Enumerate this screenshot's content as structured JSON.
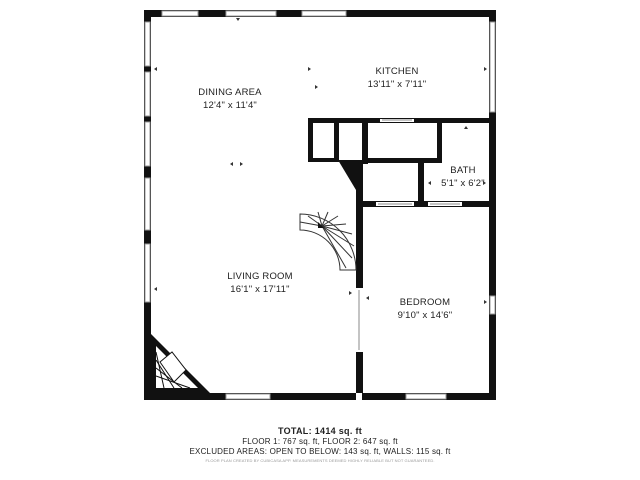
{
  "rooms": {
    "dining": {
      "name": "DINING AREA",
      "dims": "12'4\" x 11'4\""
    },
    "kitchen": {
      "name": "KITCHEN",
      "dims": "13'11\" x 7'11\""
    },
    "bath": {
      "name": "BATH",
      "dims": "5'1\" x 6'2\""
    },
    "living": {
      "name": "LIVING ROOM",
      "dims": "16'1\" x 17'11\""
    },
    "bedroom": {
      "name": "BEDROOM",
      "dims": "9'10\" x 14'6\""
    }
  },
  "summary": {
    "total_label": "TOTAL:",
    "total_value": "1414 sq. ft",
    "floors": "FLOOR 1: 767 sq. ft, FLOOR 2: 647 sq. ft",
    "excluded": "EXCLUDED AREAS: OPEN TO BELOW: 143 sq. ft, WALLS: 115 sq. ft",
    "disclaimer": "FLOOR PLAN CREATED BY CUBICASA APP. MEASUREMENTS DEEMED HIGHLY RELIABLE BUT NOT GUARANTEED."
  },
  "colors": {
    "wall": "#111111",
    "window": "#9a9a9a",
    "line": "#444444"
  }
}
